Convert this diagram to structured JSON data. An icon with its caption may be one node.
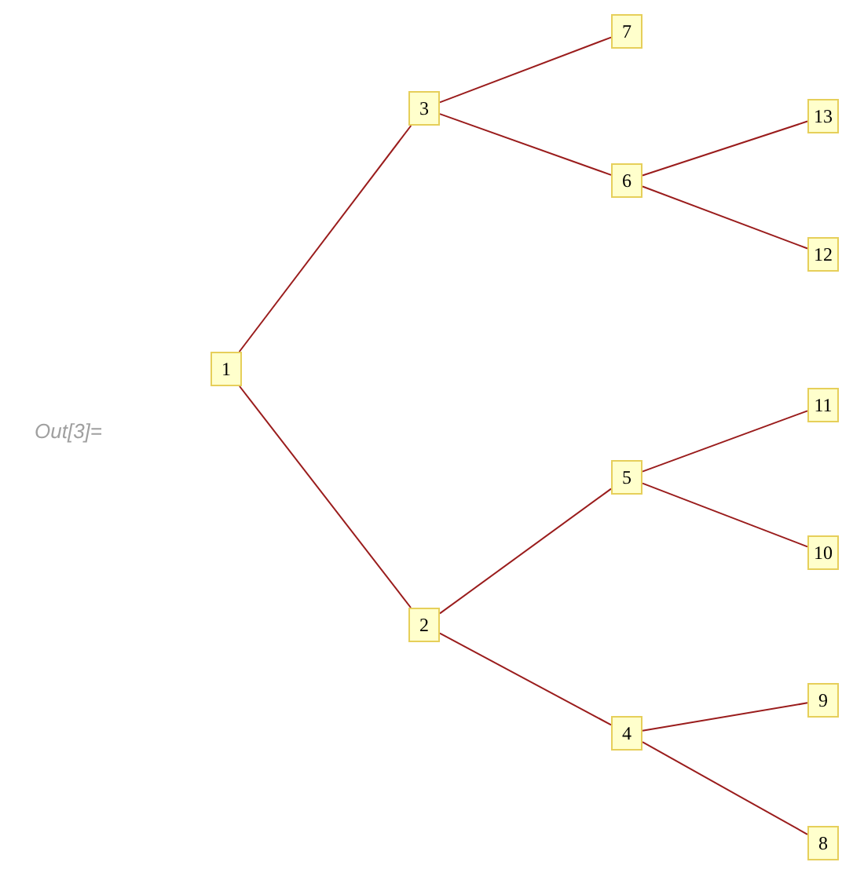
{
  "diagram": {
    "nodes": [
      {
        "text": [
          "1"
        ]
      },
      {
        "text": [
          "3"
        ]
      },
      {
        "text": [
          "7"
        ]
      },
      {
        "text": [
          "6"
        ]
      },
      {
        "text": [
          "13"
        ]
      },
      {
        "text": [
          "12"
        ]
      },
      {
        "text": [
          "2"
        ]
      },
      {
        "text": [
          "5"
        ]
      },
      {
        "text": [
          "11"
        ]
      },
      {
        "text": [
          "10"
        ]
      },
      {
        "text": [
          "4"
        ]
      },
      {
        "text": [
          "9"
        ]
      },
      {
        "text": [
          "8"
        ]
      }
    ],
    "edges": [
      {
        "from": 0,
        "to": 1,
        "arrow": "none"
      },
      {
        "from": 0,
        "to": 6,
        "arrow": "none"
      },
      {
        "from": 1,
        "to": 2,
        "arrow": "none"
      },
      {
        "from": 1,
        "to": 3,
        "arrow": "none"
      },
      {
        "from": 3,
        "to": 4,
        "arrow": "none"
      },
      {
        "from": 3,
        "to": 5,
        "arrow": "none"
      },
      {
        "from": 6,
        "to": 7,
        "arrow": "none"
      },
      {
        "from": 6,
        "to": 10,
        "arrow": "none"
      },
      {
        "from": 7,
        "to": 8,
        "arrow": "none"
      },
      {
        "from": 7,
        "to": 9,
        "arrow": "none"
      },
      {
        "from": 10,
        "to": 11,
        "arrow": "none"
      },
      {
        "from": 10,
        "to": 12,
        "arrow": "none"
      }
    ],
    "labels": [
      "Out[3]="
    ]
  }
}
